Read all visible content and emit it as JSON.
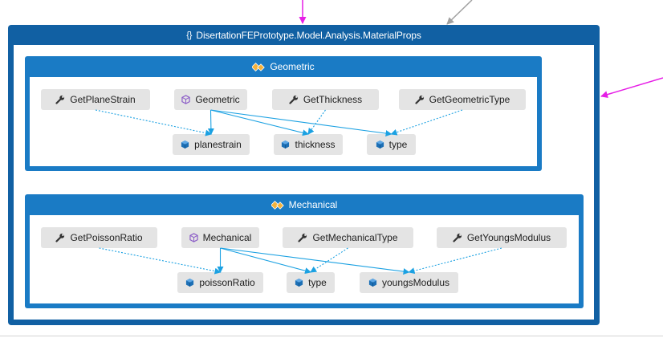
{
  "namespace": {
    "title": "DisertationFEPrototype.Model.Analysis.MaterialProps",
    "icon": "namespace-braces-icon"
  },
  "classes": [
    {
      "key": "geometric",
      "title": "Geometric",
      "icon": "class-icon",
      "members": {
        "get_plane_strain": {
          "label": "GetPlaneStrain",
          "kind": "method"
        },
        "ctor": {
          "label": "Geometric",
          "kind": "constructor"
        },
        "get_thickness": {
          "label": "GetThickness",
          "kind": "method"
        },
        "get_geometric_type": {
          "label": "GetGeometricType",
          "kind": "method"
        },
        "planestrain": {
          "label": "planestrain",
          "kind": "field"
        },
        "thickness": {
          "label": "thickness",
          "kind": "field"
        },
        "type": {
          "label": "type",
          "kind": "field"
        }
      }
    },
    {
      "key": "mechanical",
      "title": "Mechanical",
      "icon": "class-icon",
      "members": {
        "get_poisson_ratio": {
          "label": "GetPoissonRatio",
          "kind": "method"
        },
        "ctor": {
          "label": "Mechanical",
          "kind": "constructor"
        },
        "get_mechanical_type": {
          "label": "GetMechanicalType",
          "kind": "method"
        },
        "get_youngs_modulus": {
          "label": "GetYoungsModulus",
          "kind": "method"
        },
        "poisson_ratio": {
          "label": "poissonRatio",
          "kind": "field"
        },
        "type": {
          "label": "type",
          "kind": "field"
        },
        "youngs_modulus": {
          "label": "youngsModulus",
          "kind": "field"
        }
      }
    }
  ],
  "links": {
    "geometric": [
      {
        "from": "ctor",
        "to": "planestrain",
        "style": "solid"
      },
      {
        "from": "ctor",
        "to": "thickness",
        "style": "solid"
      },
      {
        "from": "ctor",
        "to": "type",
        "style": "solid"
      },
      {
        "from": "get_plane_strain",
        "to": "planestrain",
        "style": "dashed"
      },
      {
        "from": "get_thickness",
        "to": "thickness",
        "style": "dashed"
      },
      {
        "from": "get_geometric_type",
        "to": "type",
        "style": "dashed"
      }
    ],
    "mechanical": [
      {
        "from": "ctor",
        "to": "poisson_ratio",
        "style": "solid"
      },
      {
        "from": "ctor",
        "to": "type",
        "style": "solid"
      },
      {
        "from": "ctor",
        "to": "youngs_modulus",
        "style": "solid"
      },
      {
        "from": "get_poisson_ratio",
        "to": "poisson_ratio",
        "style": "dashed"
      },
      {
        "from": "get_mechanical_type",
        "to": "type",
        "style": "dashed"
      },
      {
        "from": "get_youngs_modulus",
        "to": "youngs_modulus",
        "style": "dashed"
      }
    ]
  },
  "colors": {
    "namespace_frame": "#1160a3",
    "class_frame": "#1a7bc5",
    "member_box": "#e4e4e4",
    "link": "#1ba1e2",
    "external_link_magenta": "#e61ee6",
    "external_link_gray": "#a0a0a0",
    "field_icon": "#1c6fb5",
    "method_icon": "#333333",
    "constructor_icon": "#8b5cc7"
  }
}
